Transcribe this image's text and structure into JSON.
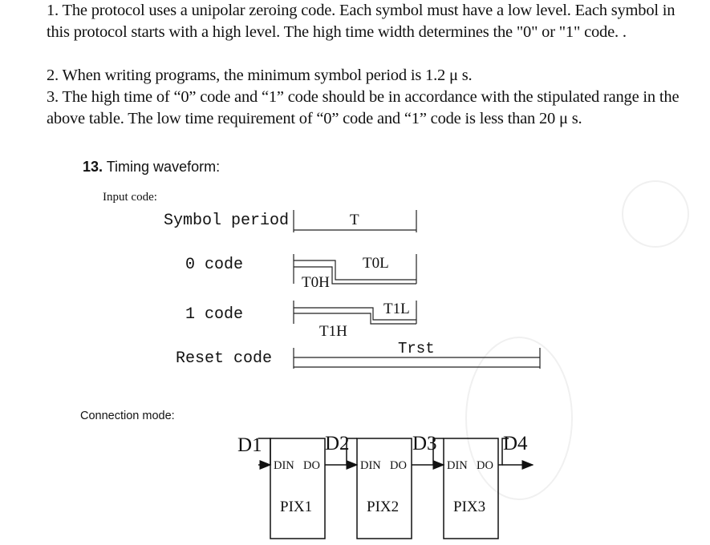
{
  "notes": {
    "p1": "1. The protocol uses a unipolar zeroing code. Each symbol must have a low level. Each symbol in this protocol starts with a high level. The high time width determines the \"0\" or \"1\" code. .",
    "p2": "2. When writing programs, the minimum symbol period is 1.2 μ s.",
    "p3": "3. The high time of “0” code and “1” code should be in accordance with the stipulated range in the above table. The low time requirement of “0” code and “1” code is less than 20 μ s."
  },
  "section": {
    "number": "13.",
    "title": "Timing waveform:"
  },
  "input_code": {
    "label": "Input code:",
    "rows": {
      "symbol_period": "Symbol period",
      "zero_code": "0 code",
      "one_code": "1 code",
      "reset_code": "Reset code"
    },
    "waveform_labels": {
      "T": "T",
      "T0L": "T0L",
      "T0H": "T0H",
      "T1L": "T1L",
      "T1H": "T1H",
      "Trst": "Trst"
    }
  },
  "connection": {
    "label": "Connection mode:",
    "nodes": [
      "D1",
      "D2",
      "D3",
      "D4"
    ],
    "chips": [
      {
        "name": "PIX1",
        "din": "DIN",
        "dout": "DO"
      },
      {
        "name": "PIX2",
        "din": "DIN",
        "dout": "DO"
      },
      {
        "name": "PIX3",
        "din": "DIN",
        "dout": "DO"
      }
    ]
  }
}
